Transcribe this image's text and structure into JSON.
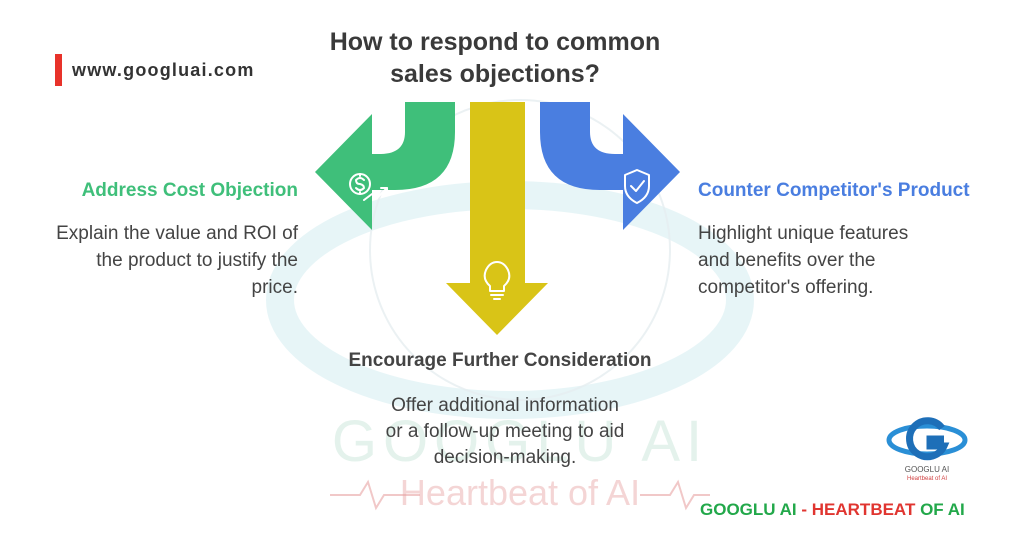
{
  "url": "www.googluai.com",
  "title_lines": [
    "How to respond to common",
    "sales objections?"
  ],
  "left": {
    "heading": "Address Cost Objection",
    "description_lines": [
      "Explain the value and ROI of",
      "the product to justify the",
      "price."
    ]
  },
  "right": {
    "heading": "Counter Competitor's Product",
    "description_lines": [
      "Highlight unique features",
      "and benefits over the",
      "competitor's offering."
    ]
  },
  "center": {
    "heading": "Encourage Further Consideration",
    "description_lines": [
      "Offer additional information",
      "or a follow-up meeting to aid",
      "decision-making."
    ]
  },
  "watermark": {
    "text": "GOOGLU AI",
    "subtitle": "Heartbeat of AI"
  },
  "logo": {
    "caption": "GOOGLU AI",
    "tagline": "Heartbeat of AI"
  },
  "footer": {
    "part1": "GOOGLU AI",
    "separator": " - ",
    "part2": "HEARTBEAT",
    "part3": " OF AI"
  },
  "colors": {
    "green": "#3fbf7a",
    "yellow": "#d9c417",
    "blue": "#4a7ee0",
    "red": "#e8322a"
  },
  "icons": {
    "left": "dollar-growth-icon",
    "center": "lightbulb-icon",
    "right": "shield-check-icon"
  }
}
